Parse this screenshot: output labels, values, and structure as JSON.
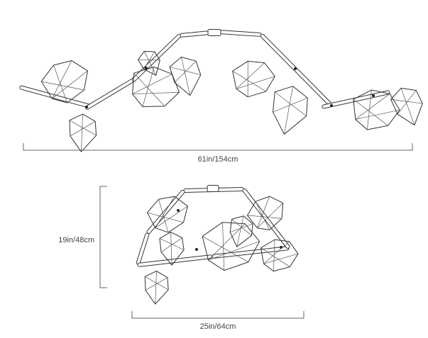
{
  "diagram": {
    "kind": "lighting-fixture-dimension-drawing",
    "line_color": "#333333",
    "views": [
      {
        "name": "front-elevation"
      },
      {
        "name": "plan-view"
      }
    ]
  },
  "dimensions": {
    "elevation_width": "61in/154cm",
    "plan_height": "19in/48cm",
    "plan_width": "25in/64cm"
  }
}
